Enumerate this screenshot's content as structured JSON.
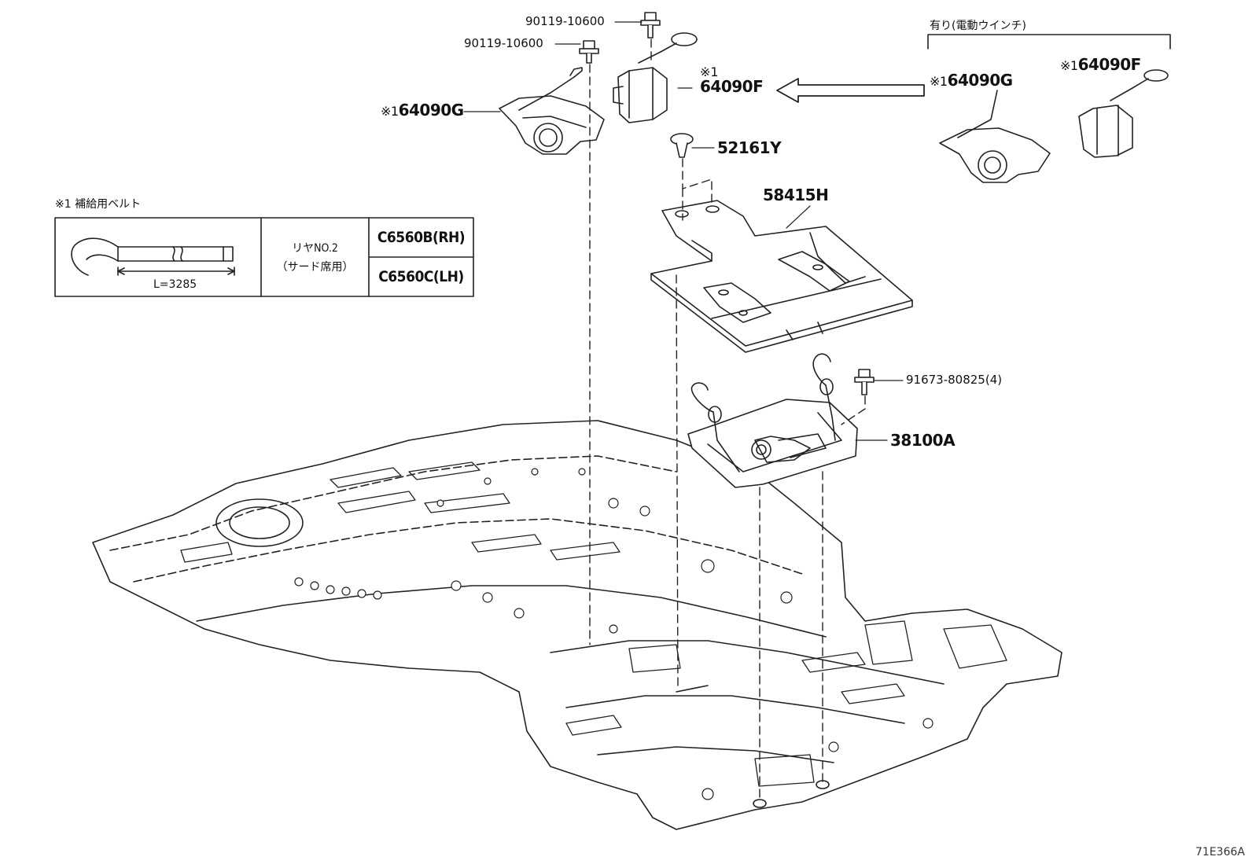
{
  "legend": {
    "title": "※1 補給用ベルト",
    "length_label": "L=3285",
    "rear_label_line1": "リヤNO.2",
    "rear_label_line2": "（サード席用）",
    "code_rh": "C6560B(RH)",
    "code_lh": "C6560C(LH)"
  },
  "option_note": "有り(電動ウインチ)",
  "note_mark": "※1",
  "parts": {
    "bolt_top": "90119-10600",
    "bolt_left": "90119-10600",
    "winch_g_left": "64090G",
    "winch_f_center": "64090F",
    "clip": "52161Y",
    "cover": "58415H",
    "bolt_right": "91673-80825(4)",
    "bracket": "38100A",
    "winch_g_right": "64090G",
    "winch_f_right": "64090F"
  },
  "catalog_code": "71E366A"
}
